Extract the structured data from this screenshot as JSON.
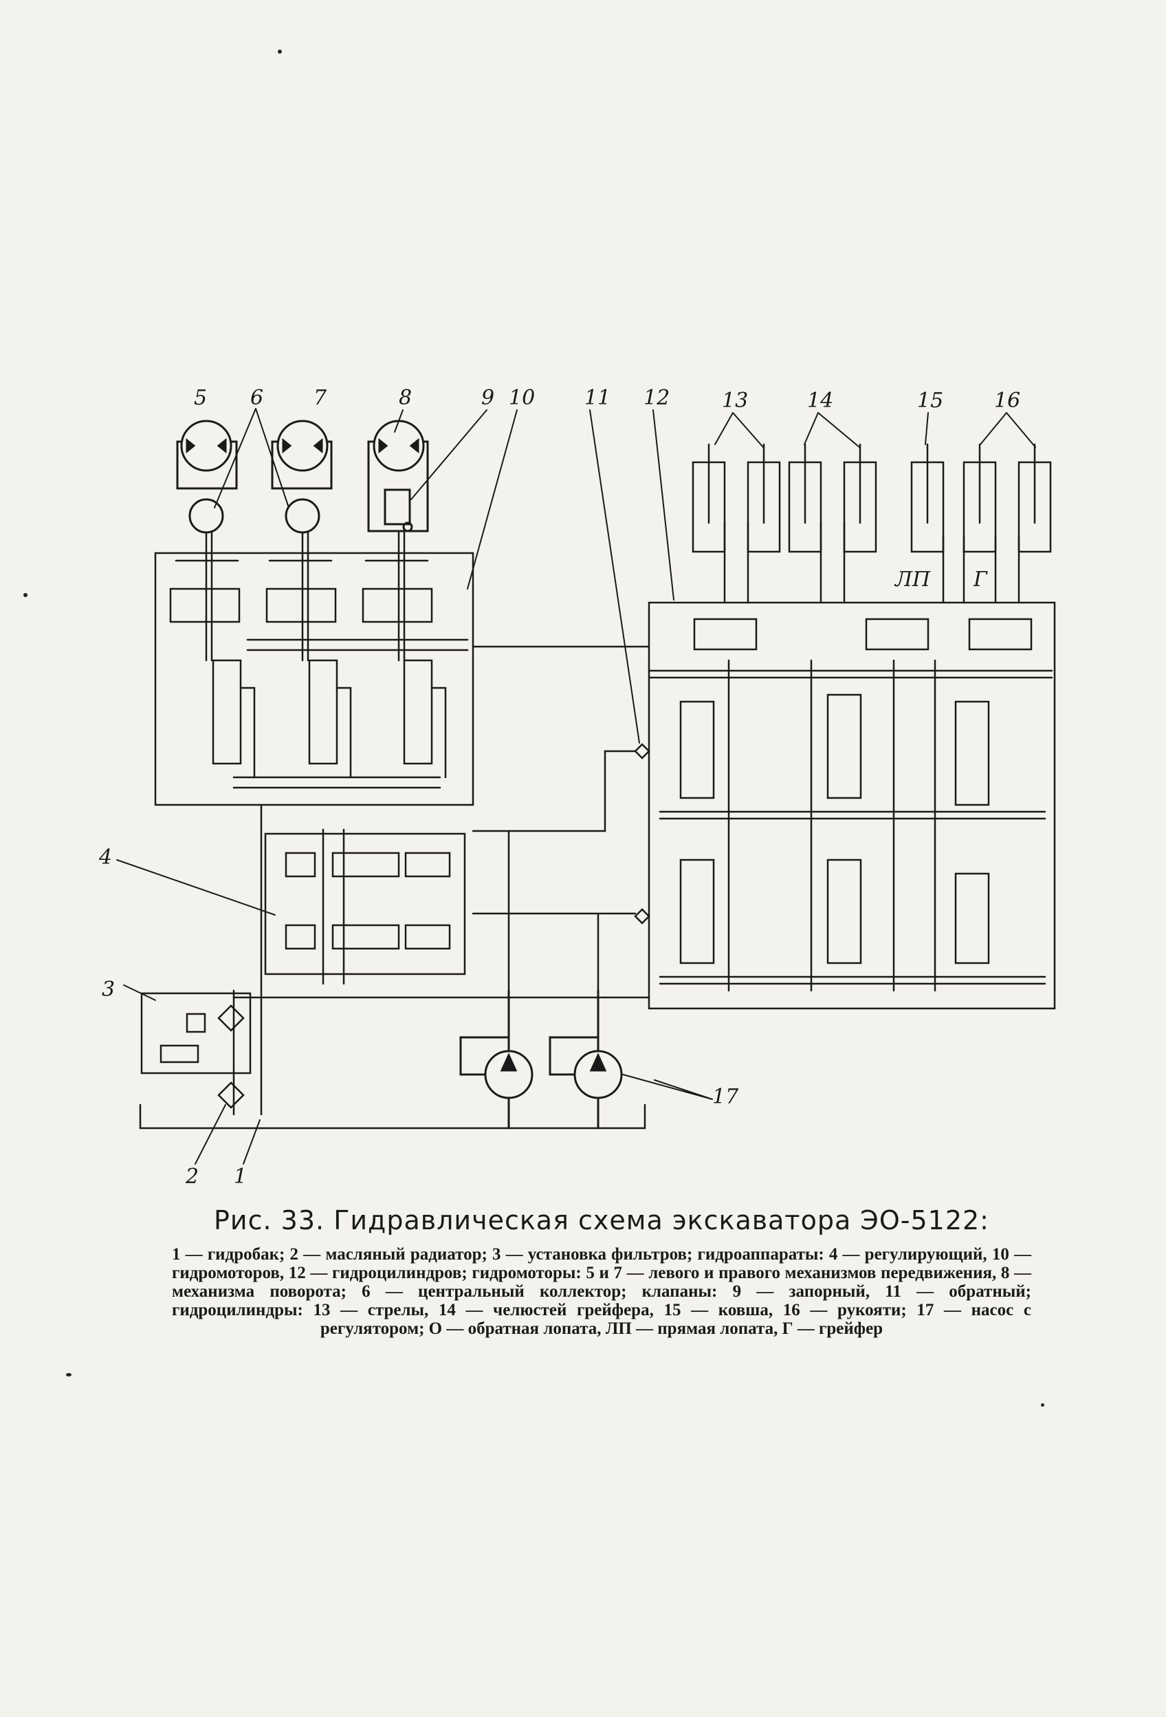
{
  "figure": {
    "labels": {
      "l1": "1",
      "l2": "2",
      "l3": "3",
      "l4": "4",
      "l5": "5",
      "l6": "6",
      "l7": "7",
      "l8": "8",
      "l9": "9",
      "l10": "10",
      "l11": "11",
      "l12": "12",
      "l13": "13",
      "l14": "14",
      "l15": "15",
      "l16": "16",
      "l17": "17",
      "lp": "ЛП",
      "g": "Г"
    },
    "caption_title": "Рис. 33. Гидравлическая схема экскаватора ЭО-5122:",
    "caption_legend": "1 — гидробак; 2 — масляный радиатор; 3 — установка фильтров; гидроаппараты: 4 — регулирующий, 10 — гидромоторов, 12 — гидроцилиндров; гидромоторы: 5 и 7 — левого и правого механизмов передвижения, 8 — механизма поворота; 6 — центральный коллектор; клапаны: 9 — запорный, 11 — обратный; гидроцилиндры: 13 — стрелы, 14 — челюстей грейфера, 15 — ковша, 16 — рукояти; 17 — насос с регулятором; О — обратная лопата, ЛП — прямая лопата, Г — грейфер"
  }
}
